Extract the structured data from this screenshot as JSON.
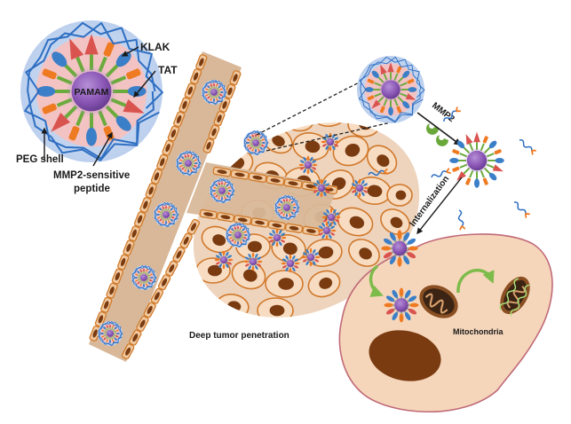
{
  "figure": {
    "title": "PAMAM nanoparticle deep tumor penetration and mitochondrial targeting schematic"
  },
  "labels": {
    "klak": "KLAK",
    "tat": "TAT",
    "pamam": "PAMAM",
    "peg_shell": "PEG shell",
    "mmp2_sensitive_line1": "MMP2-sensitive",
    "mmp2_sensitive_line2": "peptide",
    "mmp2": "MMP2",
    "internalization": "Internalization",
    "deep_tumor_penetration": "Deep tumor penetration",
    "mitochondria": "Mitochondria"
  },
  "colors": {
    "peg_shell_halo": "#c5d5ee",
    "pink_layer": "#f3c3c3",
    "pamam_core": "#8e5ab8",
    "klak_blue": "#3b7fc8",
    "linker_green": "#6bab3c",
    "mmp2_peptide_orange": "#ee7a22",
    "tat_red": "#d9534f",
    "peg_line": "#2f6fc2",
    "vessel_fill": "#d8b899",
    "vessel_cell_border": "#d07a2a",
    "tumor_fill": "#eed4bd",
    "cell_fill": "#f8dcc2",
    "cell_border": "#d0782a",
    "nucleus": "#7a3b10",
    "target_cell_fill": "#f6d6bb",
    "target_cell_border": "#c06a78",
    "mmp2_enzyme": "#6aa83a",
    "arrow_green": "#7dbb4a"
  }
}
